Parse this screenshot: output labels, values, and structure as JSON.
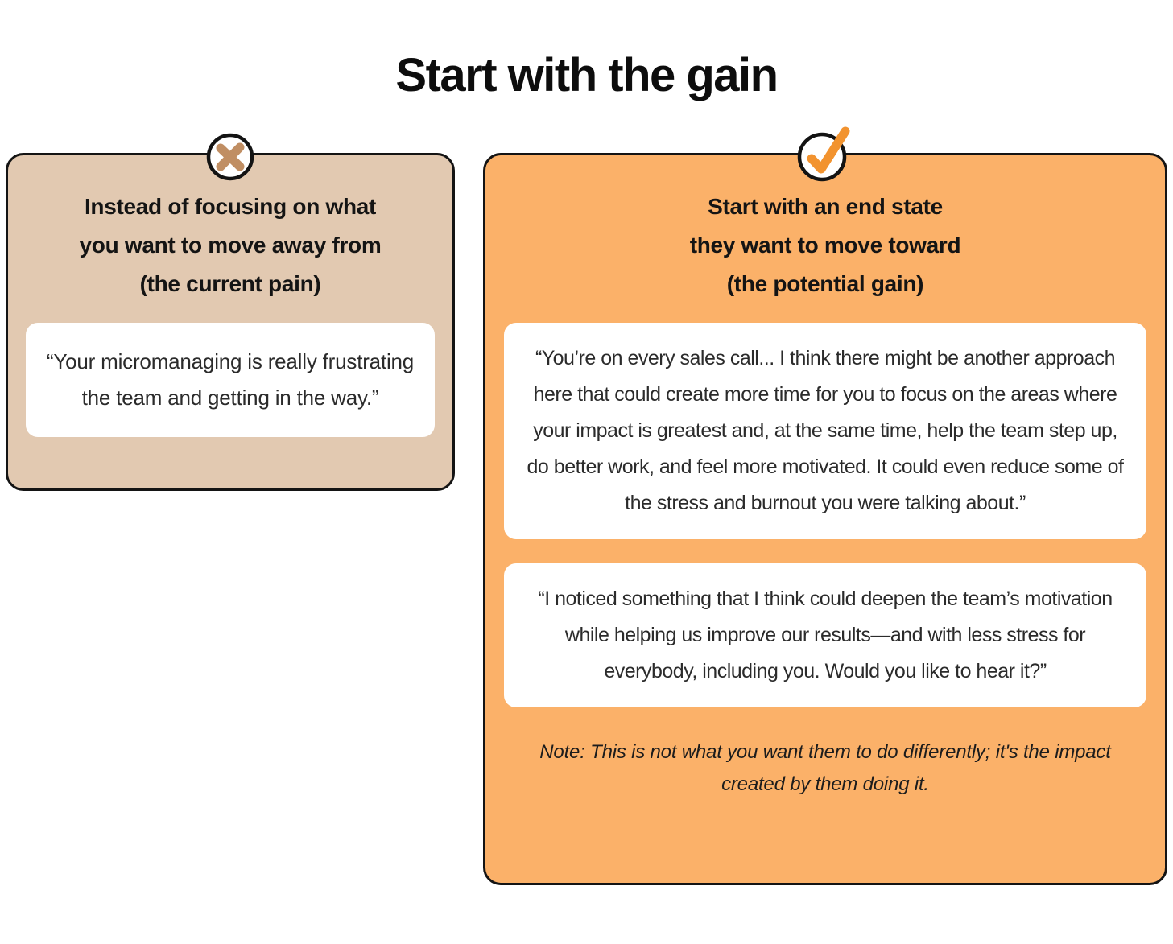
{
  "title": "Start with the gain",
  "colors": {
    "left_panel_bg": "#e2c9b1",
    "left_accent": "#c08e63",
    "right_panel_bg": "#fbb169",
    "right_accent": "#f2932f",
    "border": "#141414",
    "card_bg": "#ffffff"
  },
  "left_panel": {
    "icon": "x-mark-icon",
    "heading_lines": [
      "Instead of focusing on what",
      "you want to move away from",
      "(the current pain)"
    ],
    "quote": "“Your micromanaging is really frustrating the team and getting in the way.”"
  },
  "right_panel": {
    "icon": "check-mark-icon",
    "heading_lines": [
      "Start with an end state",
      "they want to move toward",
      "(the potential gain)"
    ],
    "quotes": [
      "“You’re on every sales call... I think there might be another approach here that could create more time for you to focus on the areas where your impact is greatest and, at the same time, help the team step up, do better work, and feel more motivated. It could even reduce some of the stress and burnout you were talking about.”",
      "“I noticed something that I think could deepen the team’s motivation while helping us improve our results—and with less stress for everybody, including you. Would you like to hear it?”"
    ],
    "note": "Note: This is not what you want them to do differently; it's the impact created by them doing it."
  }
}
